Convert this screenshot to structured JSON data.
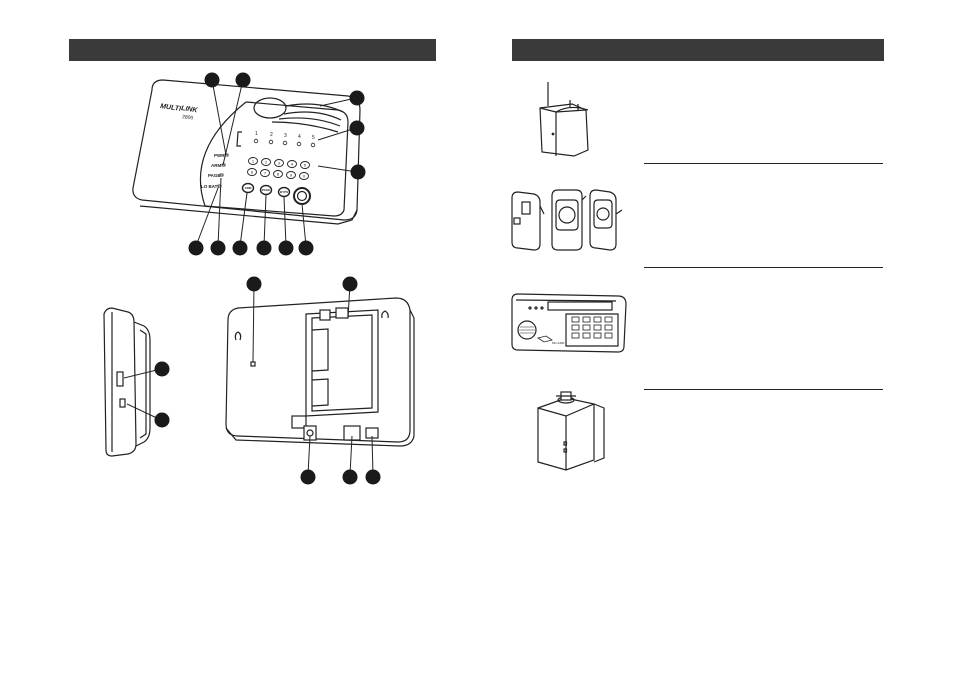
{
  "logo": {
    "brand_line1": "MULTI",
    "brand_line2": "LINK",
    "brand_line3": "2800"
  },
  "base_unit": {
    "zone_numbers": [
      "1",
      "2",
      "3",
      "4",
      "5"
    ],
    "status_labels": {
      "pwr": "PWR",
      "arm": "ARM",
      "page": "PAGE",
      "lo_batt": "LO BATT"
    },
    "keypad_digits": [
      "1",
      "2",
      "3",
      "4",
      "5",
      "6",
      "7",
      "8",
      "9",
      "0"
    ],
    "function_keys": [
      "ARM",
      "PAGE",
      "BYPS"
    ]
  },
  "remote_keypad": {
    "model_text": "MC-2400"
  },
  "colors": {
    "header_bar": "#3a3a3a",
    "callout": "#1a1a1a",
    "line": "#222222"
  }
}
